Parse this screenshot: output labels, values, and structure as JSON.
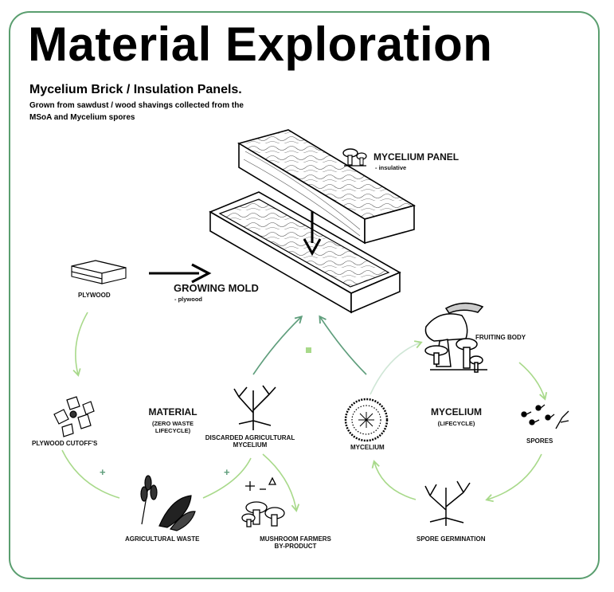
{
  "page": {
    "title": "Material Exploration",
    "subtitle": "Mycelium Brick / Insulation Panels.",
    "description_line1": "Grown from sawdust / wood shavings collected from the",
    "description_line2": "MSoA and Mycelium spores"
  },
  "labels": {
    "mycelium_panel": "MYCELIUM PANEL",
    "mycelium_panel_note": "- insulative",
    "growing_mold": "GROWING MOLD",
    "growing_mold_note": "- plywood",
    "plywood": "PLYWOOD",
    "plywood_cutoffs": "PLYWOOD CUTOFF'S",
    "agricultural_waste": "AGRICULTURAL WASTE",
    "discarded_line1": "DISCARDED AGRICULTURAL",
    "discarded_line2": "MYCELIUM",
    "mushroom_line1": "MUSHROOM FARMERS",
    "mushroom_line2": "BY-PRODUCT",
    "material_title": "MATERIAL",
    "material_sub1": "(ZERO WASTE",
    "material_sub2": "LIFECYCLE)",
    "mycelium_title": "MYCELIUM",
    "mycelium_sub": "(LIFECYCLE)",
    "fruiting_body": "FRUITING BODY",
    "spores": "SPORES",
    "spore_germination": "SPORE GERMINATION",
    "mycelium": "MYCELIUM"
  },
  "colors": {
    "frame": "#5a9e6f",
    "arrow_light": "#a8d98a",
    "arrow_dark": "#5f9e7c",
    "plus": "#5f9e7c"
  },
  "icons": [
    "mushroom-icon",
    "plywood-stack-icon",
    "wood-scraps-icon",
    "wheat-corn-icon",
    "branching-mycelium-icon",
    "mushroom-cluster-icon",
    "spores-icon",
    "mycelium-ball-icon"
  ]
}
